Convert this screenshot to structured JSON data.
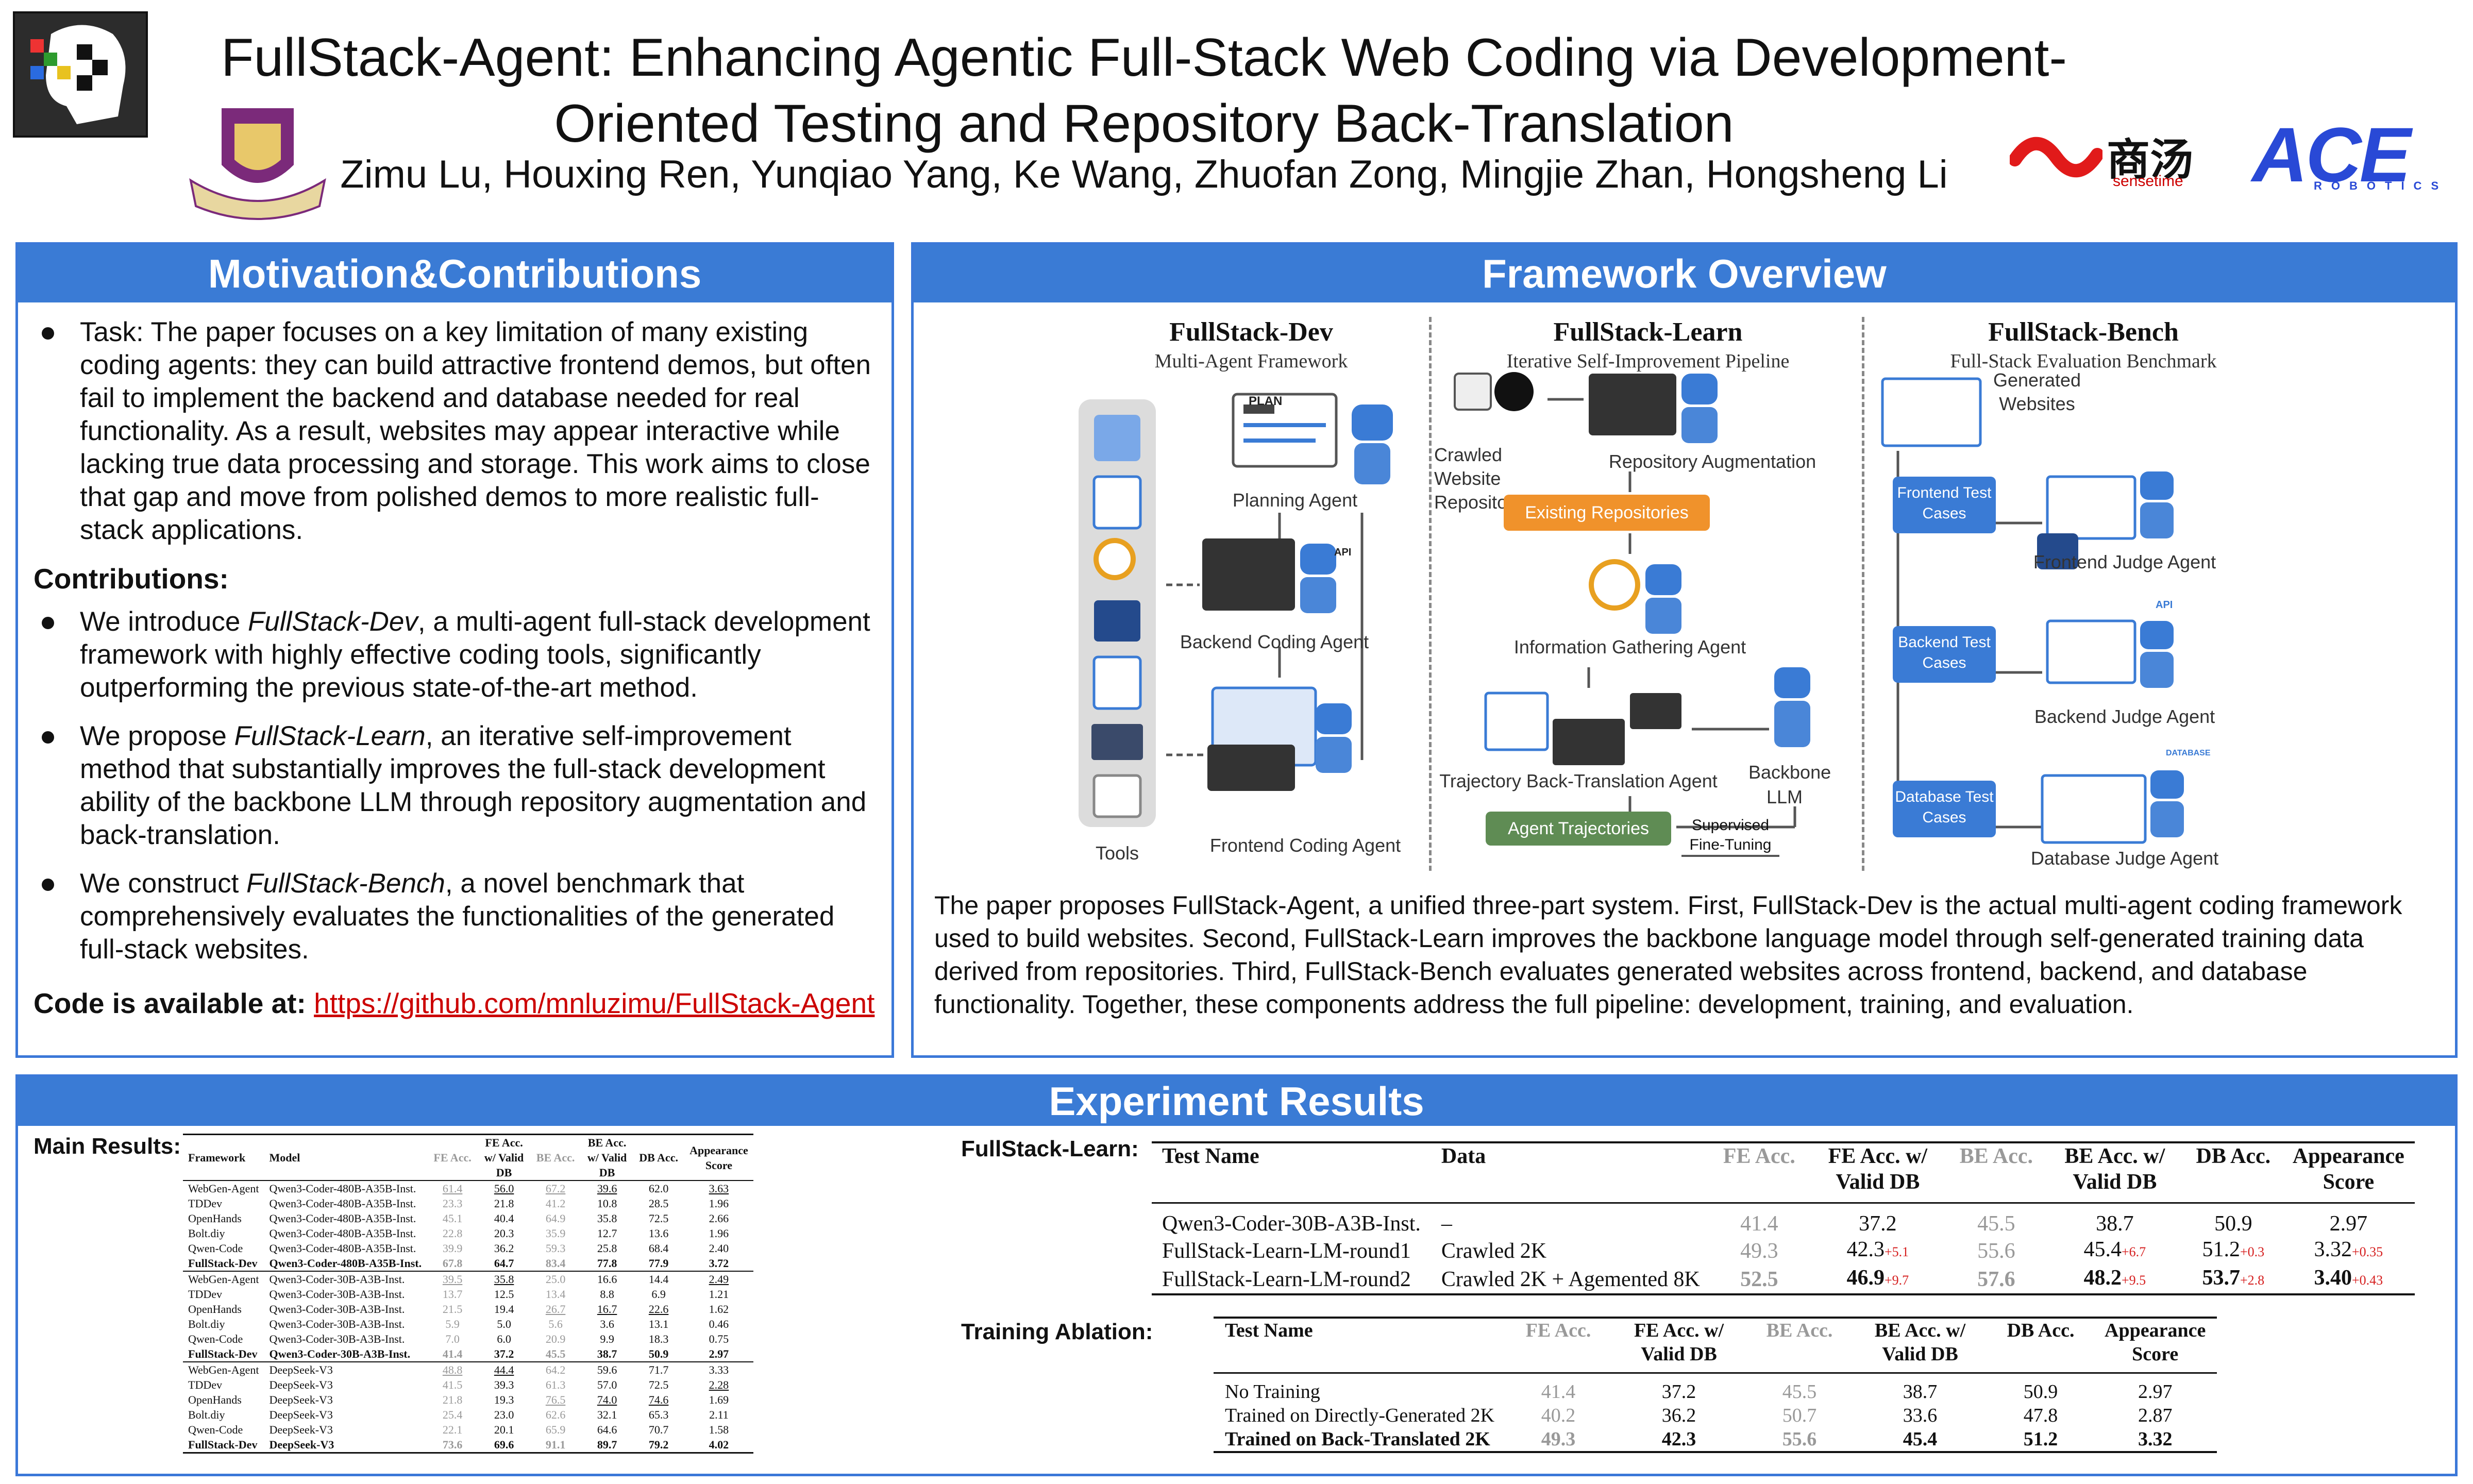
{
  "header": {
    "title": "FullStack-Agent: Enhancing Agentic Full-Stack Web Coding via Development-Oriented Testing and Repository Back-Translation",
    "authors": "Zimu Lu, Houxing Ren, Yunqiao Yang, Ke Wang, Zhuofan Zong, Mingjie Zhan, Hongsheng Li",
    "logos": {
      "sensetime_cn": "商汤",
      "sensetime_en": "sensetime",
      "ace": "ACE",
      "ace_sub": "ROBOTICS"
    }
  },
  "motivation": {
    "heading": "Motivation&Contributions",
    "task": "Task: The paper focuses on a key limitation of many existing coding agents: they can build attractive frontend demos, but often fail to implement the backend and database needed for real functionality. As a result, websites may appear interactive while lacking true data processing and storage. This work aims to close that gap and move from polished demos to more realistic full-stack applications.",
    "contrib_heading": "Contributions:",
    "c1_pre": "We introduce ",
    "c1_em": "FullStack-Dev",
    "c1_post": ", a multi-agent full-stack development framework with highly effective coding tools, significantly outperforming the previous state-of-the-art method.",
    "c2_pre": "We propose ",
    "c2_em": "FullStack-Learn",
    "c2_post": ", an iterative self-improvement method that substantially improves the full-stack development ability of the backbone LLM through repository augmentation and back-translation.",
    "c3_pre": "We construct ",
    "c3_em": "FullStack-Bench",
    "c3_post": ", a novel benchmark that comprehensively evaluates the functionalities of the generated full-stack websites.",
    "code_label": "Code is available at",
    "code_colon": ":",
    "code_url": "https://github.com/mnluzimu/FullStack-Agent"
  },
  "framework": {
    "heading": "Framework Overview",
    "dev_title": "FullStack-Dev",
    "dev_sub": "Multi-Agent Framework",
    "learn_title": "FullStack-Learn",
    "learn_sub": "Iterative Self-Improvement Pipeline",
    "bench_title": "FullStack-Bench",
    "bench_sub": "Full-Stack Evaluation Benchmark",
    "planning": "Planning Agent",
    "plan_board": "PLAN",
    "backend_agent": "Backend Coding Agent",
    "frontend_agent": "Frontend Coding Agent",
    "tools": "Tools",
    "api": "API",
    "crawled": "Crawled Website Repositories",
    "repo_aug": "Repository Augmentation",
    "existing": "Existing Repositories",
    "info": "Information Gathering Agent",
    "traj_bt": "Trajectory Back-Translation Agent",
    "backbone": "Backbone LLM",
    "traj": "Agent Trajectories",
    "sft": "Supervised Fine-Tuning",
    "generated": "Generated Websites",
    "fe_cases": "Frontend Test Cases",
    "fe_judge": "Frontend Judge Agent",
    "be_cases": "Backend Test Cases",
    "be_judge": "Backend Judge Agent",
    "db_cases": "Database Test Cases",
    "db_judge": "Database Judge Agent",
    "api_tag": "API",
    "db_tag": "DATABASE",
    "description": "The paper proposes FullStack-Agent, a unified three-part system. First, FullStack-Dev is the actual multi-agent coding framework used to build websites. Second, FullStack-Learn improves the backbone language model through self-generated training data derived from repositories. Third, FullStack-Bench evaluates generated websites across frontend, backend, and database functionality. Together, these components address the full pipeline: development, training, and evaluation."
  },
  "results": {
    "heading": "Experiment Results",
    "main_label": "Main Results:",
    "main_headers": [
      "Framework",
      "Model",
      "FE Acc.",
      "FE Acc. w/ Valid DB",
      "BE Acc.",
      "BE Acc. w/ Valid DB",
      "DB Acc.",
      "Appearance Score"
    ],
    "main_groups": [
      [
        [
          "WebGen-Agent",
          "Qwen3-Coder-480B-A35B-Inst.",
          "61.4",
          "56.0",
          "67.2",
          "39.6",
          "62.0",
          "3.63"
        ],
        [
          "TDDev",
          "Qwen3-Coder-480B-A35B-Inst.",
          "23.3",
          "21.8",
          "41.2",
          "10.8",
          "28.5",
          "1.96"
        ],
        [
          "OpenHands",
          "Qwen3-Coder-480B-A35B-Inst.",
          "45.1",
          "40.4",
          "64.9",
          "35.8",
          "72.5",
          "2.66"
        ],
        [
          "Bolt.diy",
          "Qwen3-Coder-480B-A35B-Inst.",
          "22.8",
          "20.3",
          "35.9",
          "12.7",
          "13.6",
          "1.96"
        ],
        [
          "Qwen-Code",
          "Qwen3-Coder-480B-A35B-Inst.",
          "39.9",
          "36.2",
          "59.3",
          "25.8",
          "68.4",
          "2.40"
        ],
        [
          "FullStack-Dev",
          "Qwen3-Coder-480B-A35B-Inst.",
          "67.8",
          "64.7",
          "83.4",
          "77.8",
          "77.9",
          "3.72"
        ]
      ],
      [
        [
          "WebGen-Agent",
          "Qwen3-Coder-30B-A3B-Inst.",
          "39.5",
          "35.8",
          "25.0",
          "16.6",
          "14.4",
          "2.49"
        ],
        [
          "TDDev",
          "Qwen3-Coder-30B-A3B-Inst.",
          "13.7",
          "12.5",
          "13.4",
          "8.8",
          "6.9",
          "1.21"
        ],
        [
          "OpenHands",
          "Qwen3-Coder-30B-A3B-Inst.",
          "21.5",
          "19.4",
          "26.7",
          "16.7",
          "22.6",
          "1.62"
        ],
        [
          "Bolt.diy",
          "Qwen3-Coder-30B-A3B-Inst.",
          "5.9",
          "5.0",
          "5.6",
          "3.6",
          "13.1",
          "0.46"
        ],
        [
          "Qwen-Code",
          "Qwen3-Coder-30B-A3B-Inst.",
          "7.0",
          "6.0",
          "20.9",
          "9.9",
          "18.3",
          "0.75"
        ],
        [
          "FullStack-Dev",
          "Qwen3-Coder-30B-A3B-Inst.",
          "41.4",
          "37.2",
          "45.5",
          "38.7",
          "50.9",
          "2.97"
        ]
      ],
      [
        [
          "WebGen-Agent",
          "DeepSeek-V3",
          "48.8",
          "44.4",
          "64.2",
          "59.6",
          "71.7",
          "3.33"
        ],
        [
          "TDDev",
          "DeepSeek-V3",
          "41.5",
          "39.3",
          "61.3",
          "57.0",
          "72.5",
          "2.28"
        ],
        [
          "OpenHands",
          "DeepSeek-V3",
          "21.8",
          "19.3",
          "76.5",
          "74.0",
          "74.6",
          "1.69"
        ],
        [
          "Bolt.diy",
          "DeepSeek-V3",
          "25.4",
          "23.0",
          "62.6",
          "32.1",
          "65.3",
          "2.11"
        ],
        [
          "Qwen-Code",
          "DeepSeek-V3",
          "22.1",
          "20.1",
          "65.9",
          "64.6",
          "70.7",
          "1.58"
        ],
        [
          "FullStack-Dev",
          "DeepSeek-V3",
          "73.6",
          "69.6",
          "91.1",
          "89.7",
          "79.2",
          "4.02"
        ]
      ]
    ],
    "learn_label": "FullStack-Learn:",
    "learn_headers": [
      "Test Name",
      "Data",
      "FE Acc.",
      "FE Acc. w/ Valid DB",
      "BE Acc.",
      "BE Acc. w/ Valid DB",
      "DB Acc.",
      "Appearance Score"
    ],
    "learn_rows": [
      {
        "name": "Qwen3-Coder-30B-A3B-Inst.",
        "data": "–",
        "fe": "41.4",
        "fev": "37.2",
        "fev_d": "",
        "be": "45.5",
        "bev": "38.7",
        "bev_d": "",
        "db": "50.9",
        "db_d": "",
        "app": "2.97",
        "app_d": ""
      },
      {
        "name": "FullStack-Learn-LM-round1",
        "data": "Crawled 2K",
        "fe": "49.3",
        "fev": "42.3",
        "fev_d": "+5.1",
        "be": "55.6",
        "bev": "45.4",
        "bev_d": "+6.7",
        "db": "51.2",
        "db_d": "+0.3",
        "app": "3.32",
        "app_d": "+0.35"
      },
      {
        "name": "FullStack-Learn-LM-round2",
        "data": "Crawled 2K + Agemented 8K",
        "fe": "52.5",
        "fev": "46.9",
        "fev_d": "+9.7",
        "be": "57.6",
        "bev": "48.2",
        "bev_d": "+9.5",
        "db": "53.7",
        "db_d": "+2.8",
        "app": "3.40",
        "app_d": "+0.43"
      }
    ],
    "ablation_label": "Training Ablation:",
    "ablation_headers": [
      "Test Name",
      "FE Acc.",
      "FE Acc. w/ Valid DB",
      "BE Acc.",
      "BE Acc. w/ Valid DB",
      "DB Acc.",
      "Appearance Score"
    ],
    "ablation_rows": [
      [
        "No Training",
        "41.4",
        "37.2",
        "45.5",
        "38.7",
        "50.9",
        "2.97"
      ],
      [
        "Trained on Directly-Generated 2K",
        "40.2",
        "36.2",
        "50.7",
        "33.6",
        "47.8",
        "2.87"
      ],
      [
        "Trained on Back-Translated 2K",
        "49.3",
        "42.3",
        "55.6",
        "45.4",
        "51.2",
        "3.32"
      ]
    ]
  },
  "colors": {
    "accent": "#3a7bd5",
    "orange": "#f0922b",
    "green": "#5f8c54",
    "blue_box": "#3a7bd5",
    "red": "#d62020",
    "cuhk": "#7b2a7a",
    "ace": "#2949d6"
  }
}
